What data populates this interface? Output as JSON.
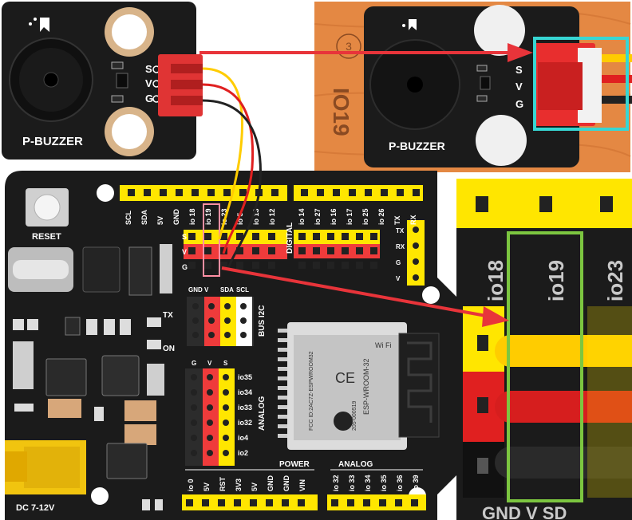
{
  "module": {
    "name": "P-BUZZER",
    "pin_s": "S",
    "pin_v": "V",
    "pin_g": "G"
  },
  "photo": {
    "name": "P-BUZZER",
    "pin_s": "S",
    "pin_v": "V",
    "pin_g": "G",
    "stamp_text": "IO19"
  },
  "board": {
    "reset_label": "RESET",
    "tx_label": "TX",
    "on_label": "ON",
    "dc_label": "DC 7-12V",
    "power_header": "POWER",
    "analog_header": "ANALOG",
    "digital_header": "DIGITAL",
    "bus_header": "BUS I2C",
    "analog_side_header": "ANALOG",
    "row_labels": [
      "S",
      "V",
      "G"
    ],
    "top_left_pins": [
      "SCL",
      "SDA",
      "5V",
      "GND",
      "io 18",
      "io 19",
      "io 23",
      "io 5",
      "io 13",
      "io 12"
    ],
    "top_right_pins": [
      "io 14",
      "io 27",
      "io 16",
      "io 17",
      "io 25",
      "io 26",
      "TX",
      "RX"
    ],
    "right_uart_pins": [
      "TX",
      "RX",
      "G",
      "V"
    ],
    "i2c_cols": [
      "GND",
      "V",
      "SDA",
      "SCL"
    ],
    "analog_cols": [
      "G",
      "V",
      "S"
    ],
    "analog_pins": [
      "io35",
      "io34",
      "io33",
      "io32",
      "io4",
      "io2"
    ],
    "bottom_power_pins": [
      "io 0",
      "5V",
      "RST",
      "3V3",
      "5V",
      "GND",
      "GND",
      "VIN"
    ],
    "bottom_analog_pins": [
      "io 32",
      "io 33",
      "io 34",
      "io 35",
      "io 36",
      "io 39"
    ],
    "esp_module": {
      "brand": "Wi Fi",
      "model": "ESP-WROOM-32",
      "fcc": "FCC ID:2AC7Z-ESPWROOM32",
      "ic": "205-000519"
    }
  },
  "zoom": {
    "pins": [
      "io18",
      "io19",
      "io23"
    ],
    "bottom_text": "GND   V   SD"
  },
  "colors": {
    "pcb": "#1b1b1b",
    "header_yellow": "#ffe600",
    "header_red": "#ef3b3b",
    "wire_yellow": "#ffcc00",
    "wire_red": "#e02020",
    "wire_black": "#222222",
    "arrow_red": "#e8343a",
    "highlight_cyan": "#37d6d3",
    "highlight_green": "#7cc640",
    "highlight_pink": "#ff8fa3",
    "wood": "#e48843"
  }
}
